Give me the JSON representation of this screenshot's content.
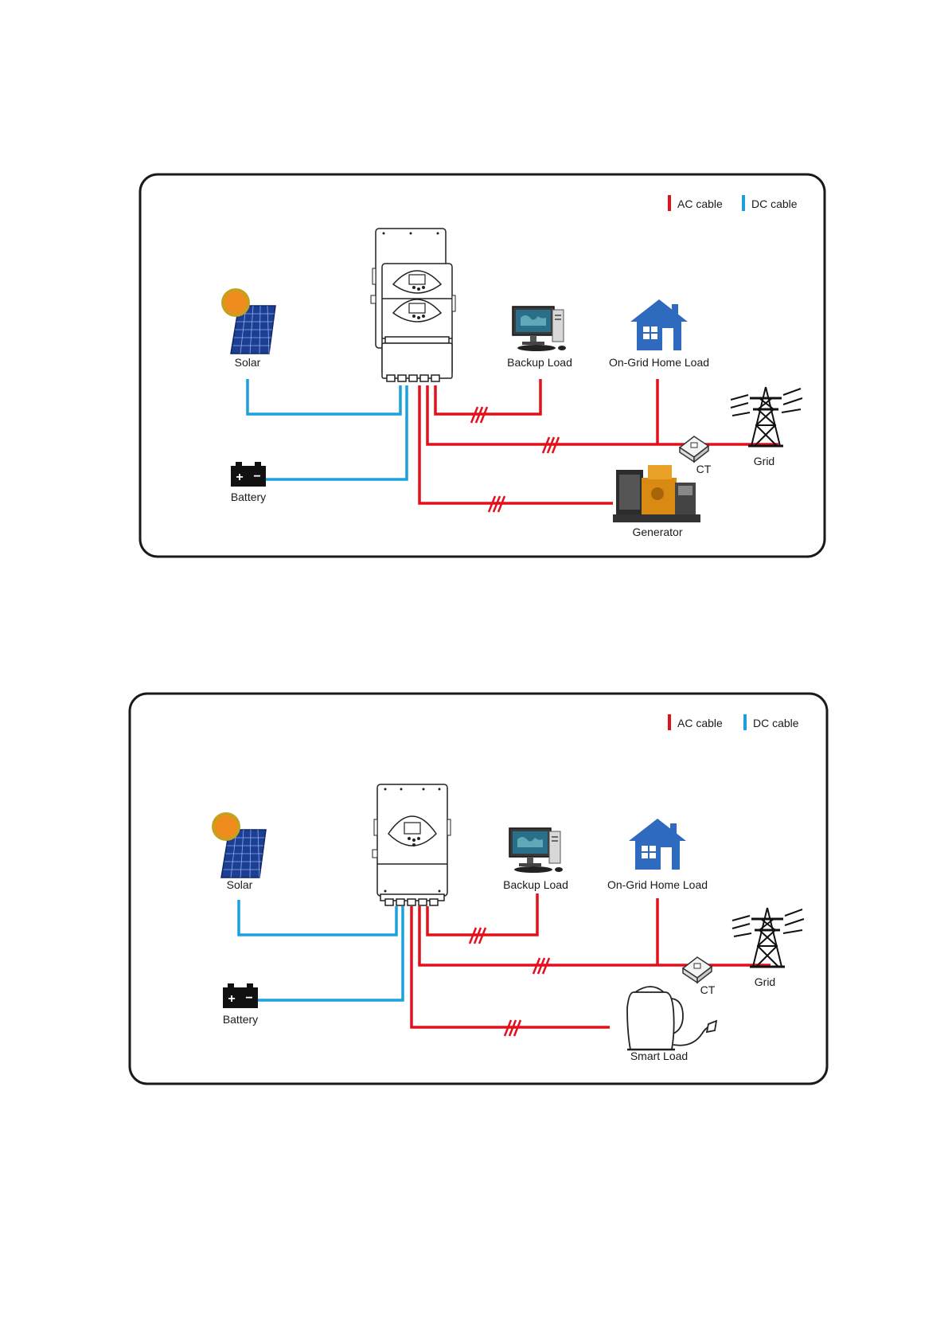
{
  "colors": {
    "ac": "#e3101c",
    "dc": "#1aa0dc",
    "frame": "#1a1a1a"
  },
  "diagram1": {
    "legend": {
      "ac": "AC cable",
      "dc": "DC cable"
    },
    "labels": {
      "solar": "Solar",
      "battery": "Battery",
      "backup": "Backup Load",
      "home": "On-Grid Home Load",
      "grid": "Grid",
      "ct": "CT",
      "generator": "Generator"
    }
  },
  "diagram2": {
    "legend": {
      "ac": "AC cable",
      "dc": "DC cable"
    },
    "labels": {
      "solar": "Solar",
      "battery": "Battery",
      "backup": "Backup Load",
      "home": "On-Grid Home Load",
      "grid": "Grid",
      "ct": "CT",
      "smart": "Smart Load"
    }
  }
}
